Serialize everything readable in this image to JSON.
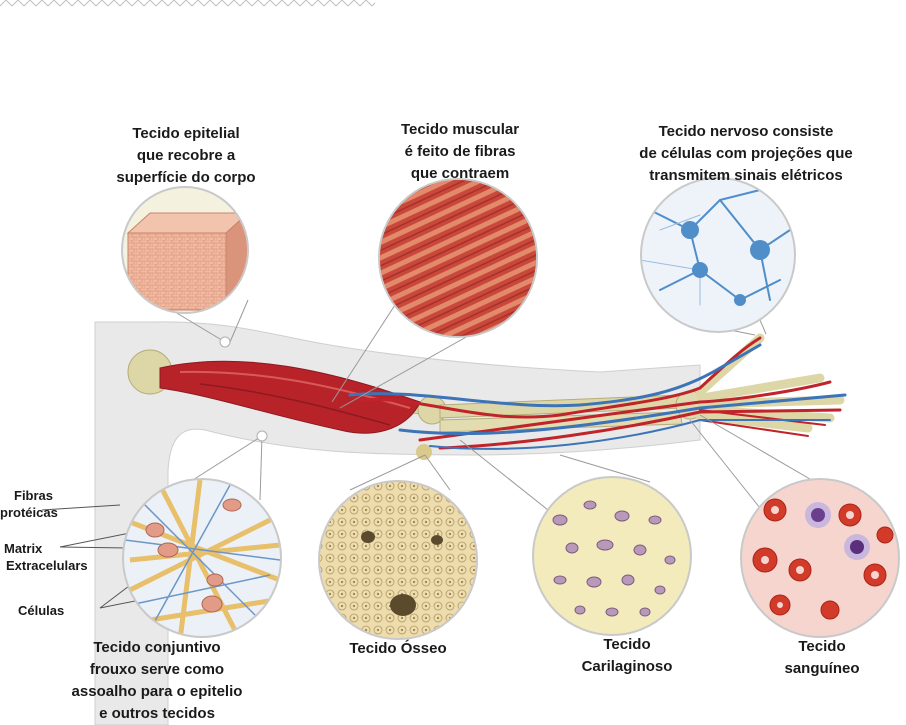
{
  "labels": {
    "epithelial": [
      "Tecido epitelial",
      "que recobre a",
      "superfície do corpo"
    ],
    "muscular": [
      "Tecido muscular",
      "é feito de fibras",
      "que contraem"
    ],
    "nervous": [
      "Tecido nervoso consiste",
      "de células com projeções que",
      "transmitem sinais elétricos"
    ],
    "connective": [
      "Tecido conjuntivo",
      "frouxo serve como",
      "assoalho para o epitelio",
      "e outros tecidos"
    ],
    "bone": "Tecido Ósseo",
    "cartilage": [
      "Tecido",
      "Carilaginoso"
    ],
    "blood": [
      "Tecido",
      "sanguíneo"
    ],
    "fibers": [
      "Fibras",
      "protéicas"
    ],
    "matrix": [
      "Matrix",
      "Extracelulars"
    ],
    "cells": "Células"
  },
  "colors": {
    "skin": "#e9e9e9",
    "muscle": "#b8232a",
    "bone": "#ddd7a8",
    "artery": "#c0242a",
    "vein": "#3d74b8",
    "nerve_cell": "#4f8ec9",
    "cartilage_bg": "#f3ebbc",
    "blood_bg": "#f6d5cf"
  }
}
